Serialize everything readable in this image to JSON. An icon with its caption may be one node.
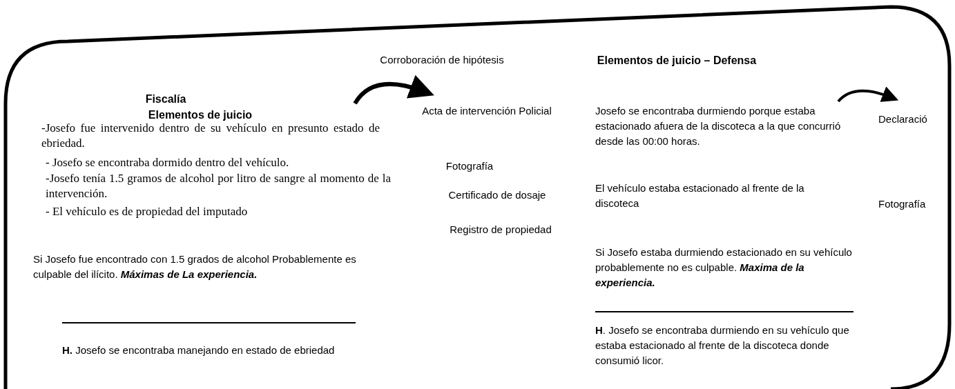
{
  "diagram": {
    "labels": [
      "Corroboración de hipótesis",
      "Elementos de juicio – Defensa",
      "Fiscalía",
      "Elementos de juicio",
      "Acta de intervención Policial",
      "Josefo se encontraba durmiendo porque estaba estacionado afuera de la discoteca a la que concurrió desde las 00:00 horas.",
      "Declaració",
      "-Josefo fue intervenido dentro de su vehículo en presunto estado de ebriedad.",
      "- Josefo se encontraba dormido dentro del vehículo.",
      "Fotografía",
      "-Josefo tenía 1.5 gramos de alcohol por litro de sangre al momento de la intervención.",
      "Certificado de dosaje",
      "El vehículo estaba estacionado al frente de la discoteca",
      "Fotografía",
      "- El vehículo es de propiedad del imputado",
      "Registro de propiedad",
      "Si Josefo fue encontrado con 1.5 grados de alcohol Probablemente es culpable del ilícito. **Máximas de La experiencia.**",
      "Si Josefo estaba durmiendo estacionado en su vehículo probablemente no es culpable. **Maxima de la experiencia.**",
      "**H.** Josefo se encontraba manejando en estado de ebriedad",
      "**H**. Josefo se encontraba durmiendo en su vehículo que estaba estacionado al frente de la discoteca donde consumió licor."
    ]
  }
}
